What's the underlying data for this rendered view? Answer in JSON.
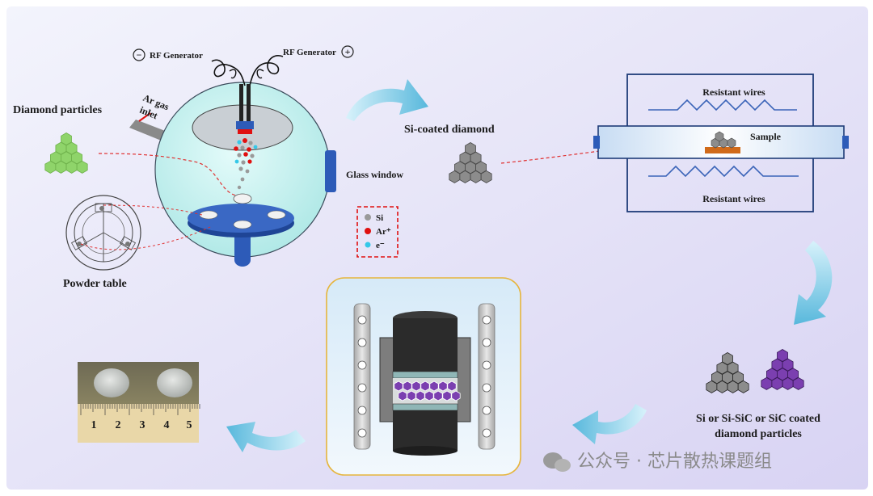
{
  "labels": {
    "rf_generator_left": "RF Generator",
    "rf_generator_right": "RF Generator",
    "minus_sign": "−",
    "plus_sign": "+",
    "ar_gas": "Ar gas",
    "inlet": "inlet",
    "diamond_particles": "Diamond particles",
    "glass_window": "Glass window",
    "powder_table": "Powder table",
    "si_coated": "Si-coated diamond",
    "resistant_wires_top": "Resistant wires",
    "resistant_wires_bottom": "Resistant wires",
    "sample": "Sample",
    "coated_line1": "Si or Si-SiC or SiC coated",
    "coated_line2": "diamond particles"
  },
  "legend": {
    "items": [
      {
        "label": "Si",
        "color": "#9a9a9a"
      },
      {
        "label": "Ar⁺",
        "color": "#e01010"
      },
      {
        "label": "e⁻",
        "color": "#35c8e8"
      }
    ]
  },
  "ruler": {
    "numbers": [
      "1",
      "2",
      "3",
      "4",
      "5"
    ]
  },
  "watermark": {
    "text": "公众号 · 芯片散热课题组"
  },
  "colors": {
    "background_start": "#f1f2fb",
    "background_end": "#d9d4f3",
    "chamber": "#bff0ee",
    "table_blue": "#2d5bb8",
    "diamond_green": "#8fd46a",
    "hexagon_gray": "#8c8c8c",
    "coated_purple": "#7b3fb0",
    "arrow_cyan": "#7ecde6",
    "wire_blue": "#3b64b8"
  }
}
